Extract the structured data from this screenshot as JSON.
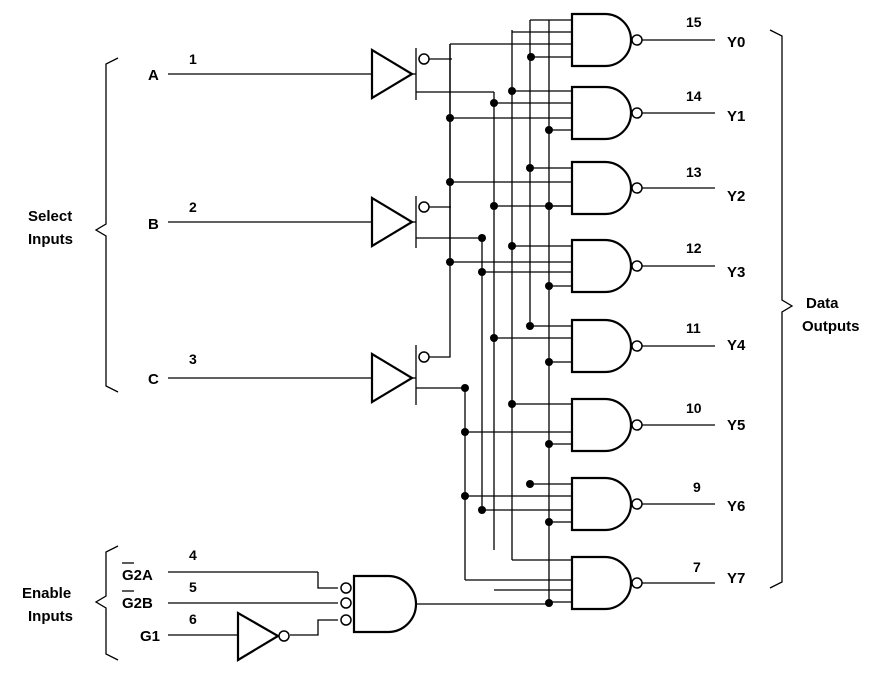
{
  "groups": {
    "select": [
      "Select",
      "Inputs"
    ],
    "enable": [
      "Enable",
      "Inputs"
    ],
    "outputs": [
      "Data",
      "Outputs"
    ]
  },
  "inputs": [
    {
      "name": "A",
      "pin": "1"
    },
    {
      "name": "B",
      "pin": "2"
    },
    {
      "name": "C",
      "pin": "3"
    },
    {
      "name": "G2A",
      "pin": "4",
      "overline": "G"
    },
    {
      "name": "G2B",
      "pin": "5",
      "overline": "G"
    },
    {
      "name": "G1",
      "pin": "6"
    }
  ],
  "outputs": [
    {
      "name": "Y0",
      "pin": "15"
    },
    {
      "name": "Y1",
      "pin": "14"
    },
    {
      "name": "Y2",
      "pin": "13"
    },
    {
      "name": "Y3",
      "pin": "12"
    },
    {
      "name": "Y4",
      "pin": "11"
    },
    {
      "name": "Y5",
      "pin": "10"
    },
    {
      "name": "Y6",
      "pin": "9"
    },
    {
      "name": "Y7",
      "pin": "7"
    }
  ]
}
